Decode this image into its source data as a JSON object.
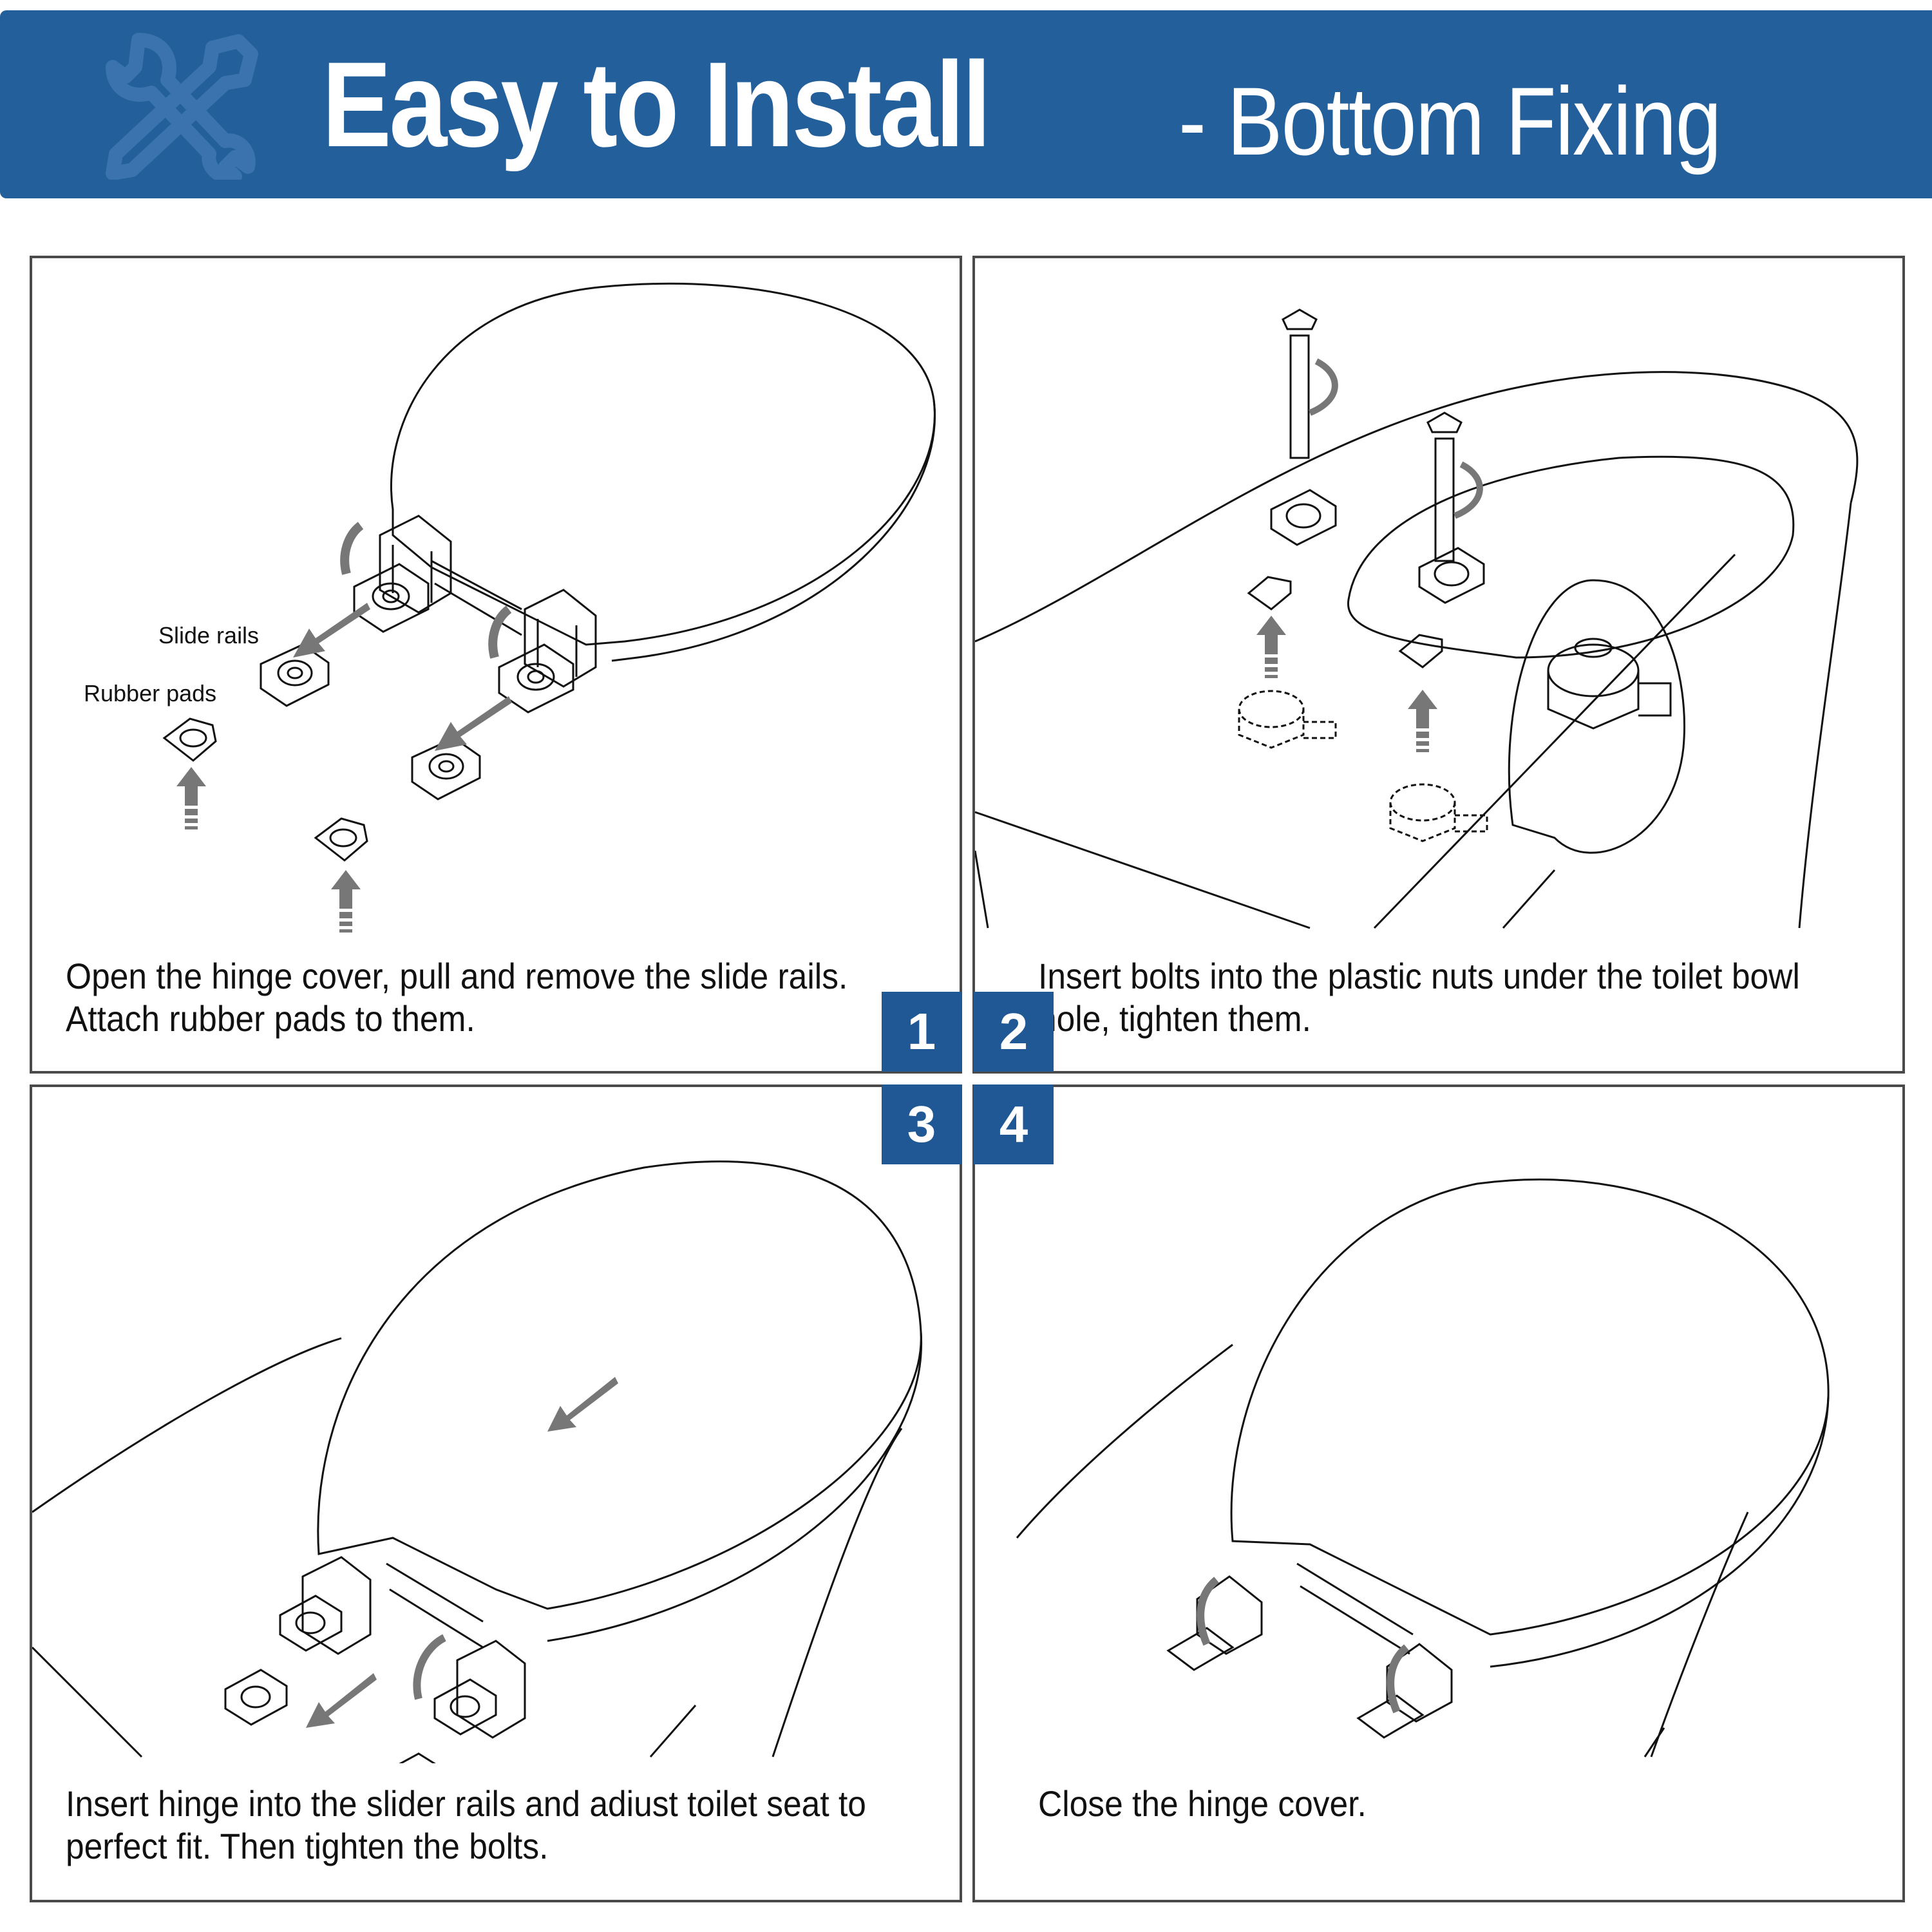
{
  "header": {
    "title_main": "Easy to Install",
    "title_sub": "- Bottom Fixing",
    "icon": "wrench-screwdriver-icon",
    "background_color": "#23609b"
  },
  "steps": [
    {
      "number": "1",
      "caption": "Open the hinge cover, pull and remove the slide rails. Attach rubber pads to them.",
      "labels": {
        "slide_rails": "Slide rails",
        "rubber_pads": "Rubber pads"
      }
    },
    {
      "number": "2",
      "caption": "Insert bolts into the plastic nuts under the toilet bowl hole, tighten them."
    },
    {
      "number": "3",
      "caption": "Insert hinge into the slider rails and adiust toilet seat to perfect fit. Then tighten the bolts."
    },
    {
      "number": "4",
      "caption": "Close the hinge cover."
    }
  ],
  "colors": {
    "badge": "#1f5895",
    "arrow": "#777777",
    "border": "#4a4a4a"
  }
}
